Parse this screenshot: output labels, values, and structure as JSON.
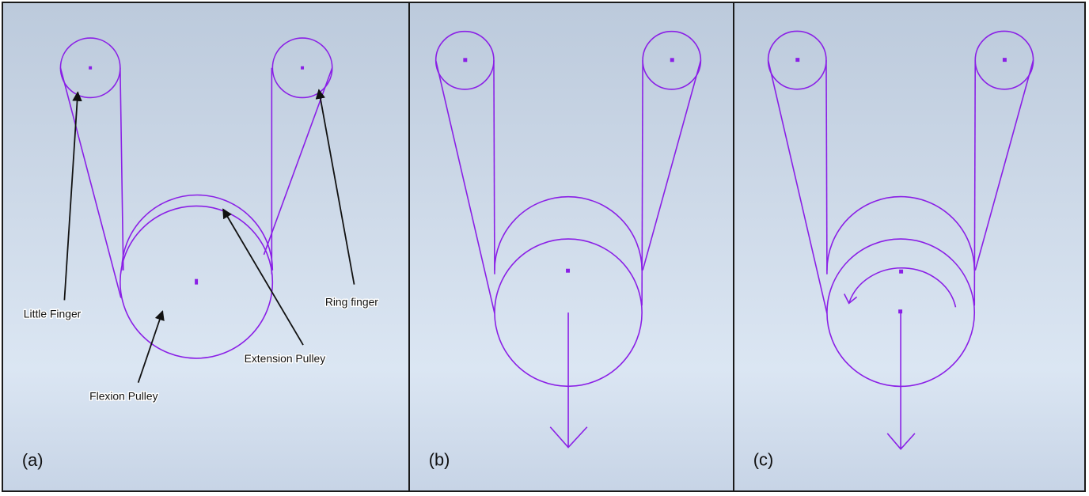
{
  "colors": {
    "mechanism": "#8a1fe6",
    "leader": "#111111",
    "background_top": "#bccadc",
    "background_bottom": "#dbe6f3",
    "border": "#1a1a1a"
  },
  "panels": [
    {
      "label": "(a)",
      "callouts": {
        "little_finger": "Little Finger",
        "ring_finger": "Ring finger",
        "extension_pulley": "Extension Pulley",
        "flexion_pulley": "Flexion Pulley"
      }
    },
    {
      "label": "(b)",
      "annotation": "downward-arrow"
    },
    {
      "label": "(c)",
      "annotation": "downward-arrow-with-rotation-arrow"
    }
  ]
}
